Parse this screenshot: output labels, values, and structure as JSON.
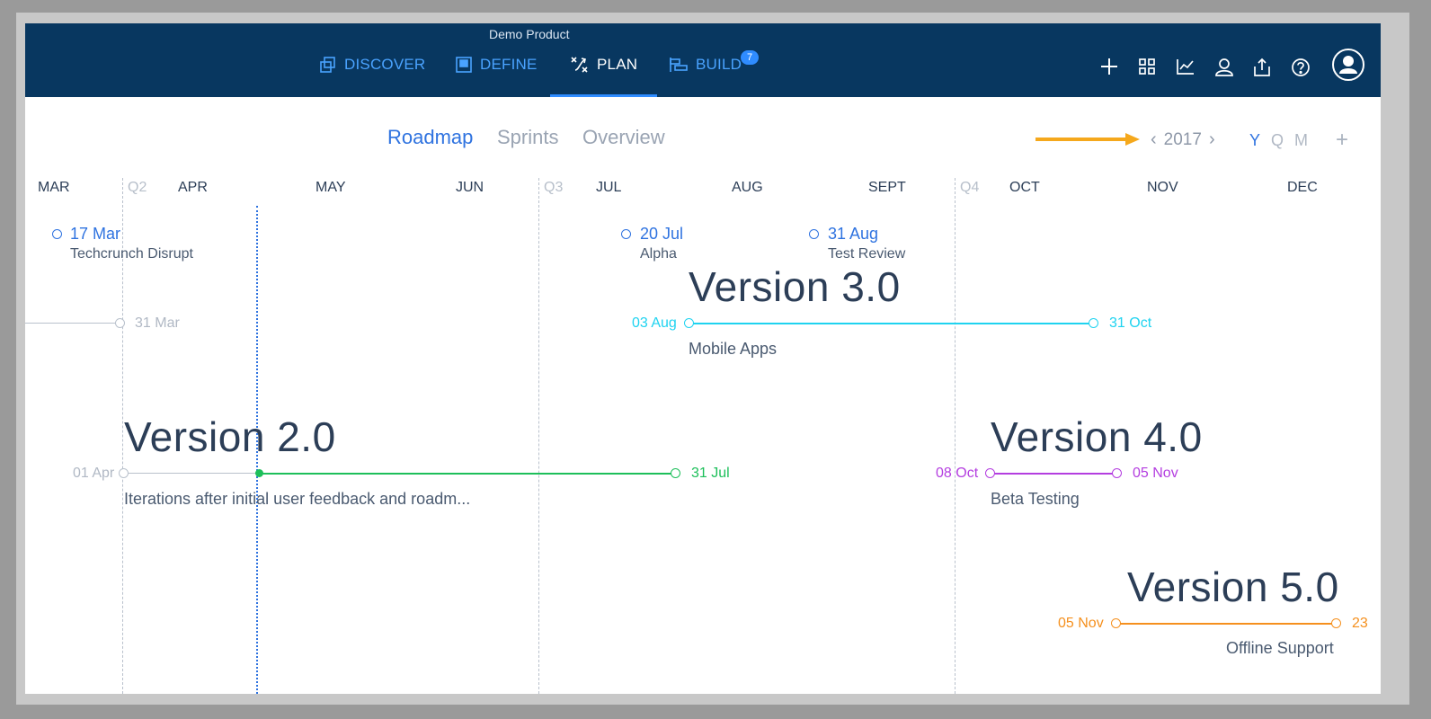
{
  "header": {
    "product_name": "Demo Product",
    "tabs": [
      {
        "label": "DISCOVER",
        "icon": "discover-icon"
      },
      {
        "label": "DEFINE",
        "icon": "define-icon"
      },
      {
        "label": "PLAN",
        "icon": "plan-icon",
        "active": true
      },
      {
        "label": "BUILD",
        "icon": "build-icon",
        "badge": "7"
      }
    ],
    "actions": [
      "plus-icon",
      "grid-icon",
      "chart-icon",
      "team-icon",
      "share-icon",
      "help-icon",
      "avatar-icon"
    ]
  },
  "subnav": {
    "tabs": [
      {
        "label": "Roadmap",
        "active": true
      },
      {
        "label": "Sprints"
      },
      {
        "label": "Overview"
      }
    ],
    "year": "2017",
    "zoom": [
      "Y",
      "Q",
      "M"
    ],
    "zoom_active": "Y",
    "add": "+"
  },
  "timeline": {
    "months": [
      "MAR",
      "APR",
      "MAY",
      "JUN",
      "JUL",
      "AUG",
      "SEPT",
      "OCT",
      "NOV",
      "DEC"
    ],
    "quarters": [
      "Q2",
      "Q3",
      "Q4"
    ],
    "milestones": [
      {
        "date": "17 Mar",
        "name": "Techcrunch Disrupt"
      },
      {
        "date": "20 Jul",
        "name": "Alpha"
      },
      {
        "date": "31 Aug",
        "name": "Test Review"
      }
    ],
    "prev_end": "31 Mar",
    "versions": [
      {
        "title": "Version 3.0",
        "start": "03 Aug",
        "end": "31 Oct",
        "desc": "Mobile Apps",
        "color": "#1fd3f0"
      },
      {
        "title": "Version 2.0",
        "start": "01 Apr",
        "end": "31 Jul",
        "desc": "Iterations after initial user feedback and roadm...",
        "color": "#1dbf5a"
      },
      {
        "title": "Version 4.0",
        "start": "08 Oct",
        "end": "05 Nov",
        "desc": "Beta Testing",
        "color": "#b43ee0"
      },
      {
        "title": "Version 5.0",
        "start": "05 Nov",
        "end": "23",
        "desc": "Offline Support",
        "color": "#f5901e"
      }
    ]
  },
  "colors": {
    "header_bg": "#083760",
    "accent": "#2f73e0",
    "annotation_arrow": "#f5a81c"
  }
}
